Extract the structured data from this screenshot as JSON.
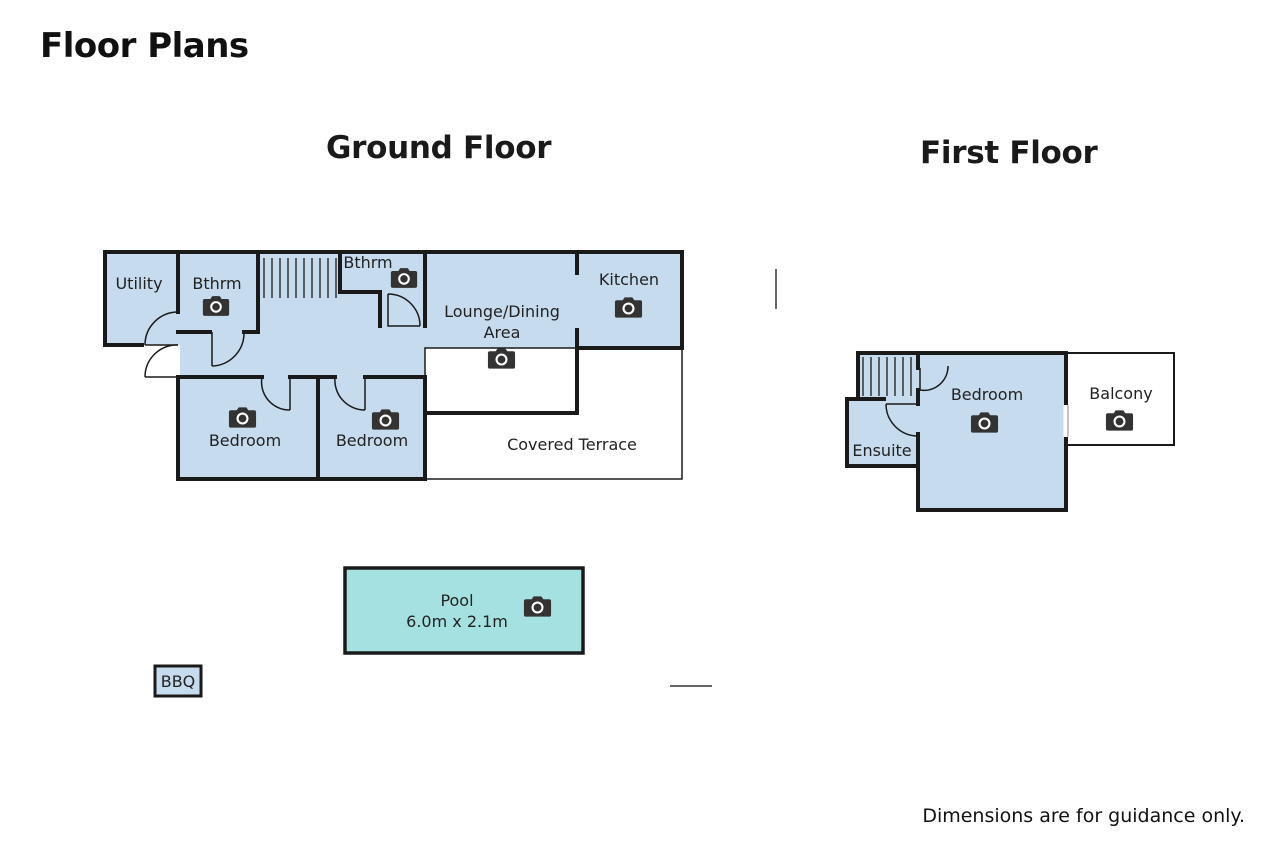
{
  "page_title": "Floor Plans",
  "disclaimer": "Dimensions are for guidance only.",
  "colors": {
    "room_fill": "#c6dcee",
    "pool_fill": "#a6e1e1",
    "wall": "#1a1a1a",
    "camera": "#333333"
  },
  "ground_floor": {
    "title": "Ground Floor",
    "rooms": {
      "utility": "Utility",
      "bathroom_1": "Bthrm",
      "bathroom_2": "Bthrm",
      "lounge_line1": "Lounge/Dining",
      "lounge_line2": "Area",
      "kitchen": "Kitchen",
      "bedroom_1": "Bedroom",
      "bedroom_2": "Bedroom",
      "covered_terrace": "Covered Terrace"
    },
    "pool": {
      "label": "Pool",
      "dimensions": "6.0m x 2.1m"
    },
    "bbq": "BBQ"
  },
  "first_floor": {
    "title": "First Floor",
    "rooms": {
      "bedroom": "Bedroom",
      "balcony": "Balcony",
      "ensuite": "Ensuite"
    }
  }
}
